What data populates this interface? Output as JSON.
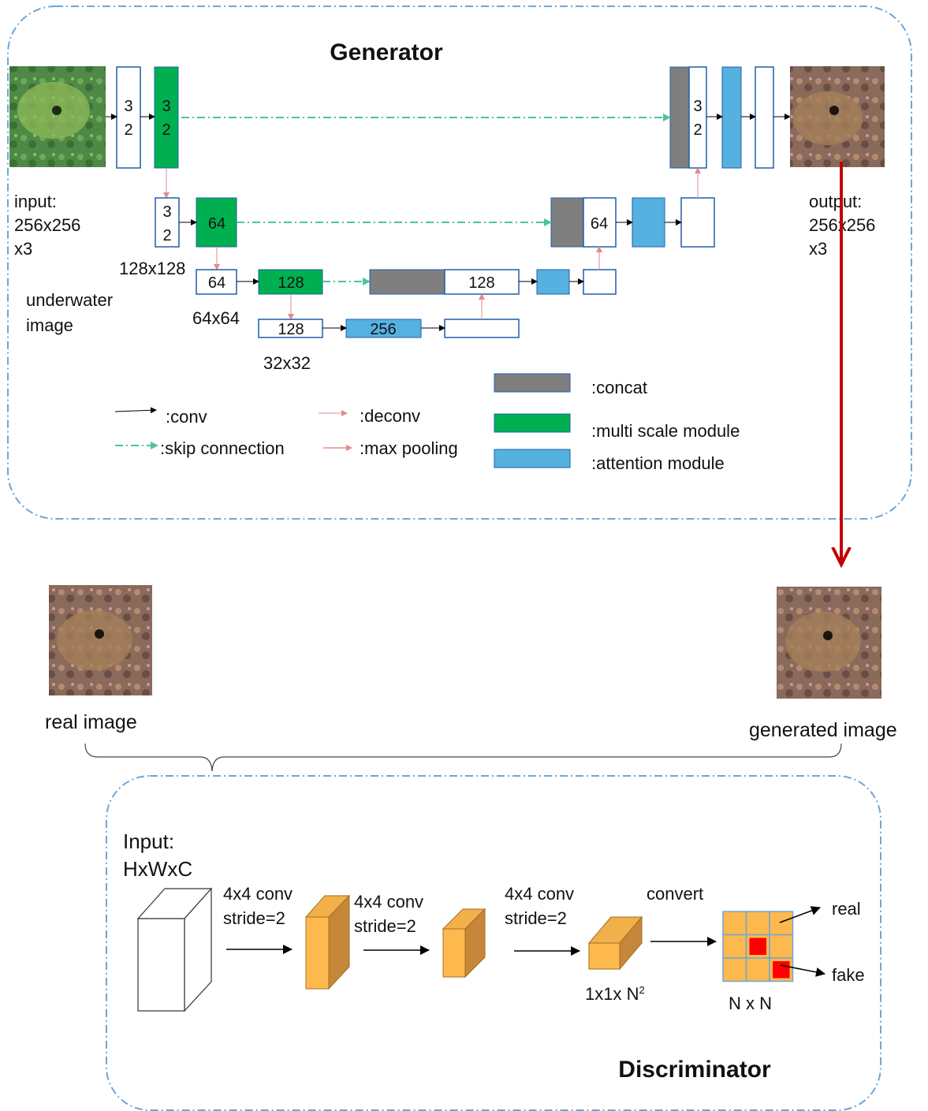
{
  "colors": {
    "concat": "#7f7f7f",
    "multi_scale": "#00b050",
    "attention": "#56b1e1",
    "skip": "#4cc3a0",
    "pool": "#e58a8a",
    "cube": "#fdb94d",
    "frame": "#6ea6d6",
    "patch_cell": "#fdb94d",
    "patch_fake": "#ff0000",
    "red_arrow": "#c00000"
  },
  "generator": {
    "title": "Generator",
    "input_label": [
      "input:",
      "256x256",
      "x3"
    ],
    "output_label": [
      "output:",
      "256x256",
      "x3"
    ],
    "scale_128": "128x128",
    "scale_64": "64x64",
    "scale_32": "32x32",
    "underwater": [
      "underwater",
      "image"
    ],
    "blocks": {
      "enc1_a": [
        "3",
        "2"
      ],
      "enc1_b": [
        "3",
        "2"
      ],
      "enc2_a": [
        "3",
        "2"
      ],
      "enc2_b": "64",
      "enc3_a": "64",
      "enc3_b": "128",
      "enc4_a": "128",
      "enc4_b": "256",
      "dec3": "128",
      "dec2": "64",
      "dec1": [
        "3",
        "2"
      ]
    },
    "legend": {
      "conv": ":conv",
      "deconv": ":deconv",
      "skip": ":skip connection",
      "maxpool": ":max pooling",
      "concat": ":concat",
      "multi_scale": ":multi scale module",
      "attention": ":attention module"
    }
  },
  "middle": {
    "real_label": "real image",
    "generated_label": "generated image",
    "images": [
      "underwater-fish-image",
      "enhanced-fish-output",
      "real-fish-image",
      "generated-fish-image"
    ]
  },
  "discriminator": {
    "title": "Discriminator",
    "input_label": [
      "Input:",
      "HxWxC"
    ],
    "step1": [
      "4x4 conv",
      "stride=2"
    ],
    "step2": [
      "4x4 conv",
      "stride=2"
    ],
    "step3": [
      "4x4 conv",
      "stride=2"
    ],
    "convert": "convert",
    "out_shape_base": "1x1x N",
    "out_shape_sup": "2",
    "grid_label": "N x N",
    "real": "real",
    "fake": "fake"
  }
}
